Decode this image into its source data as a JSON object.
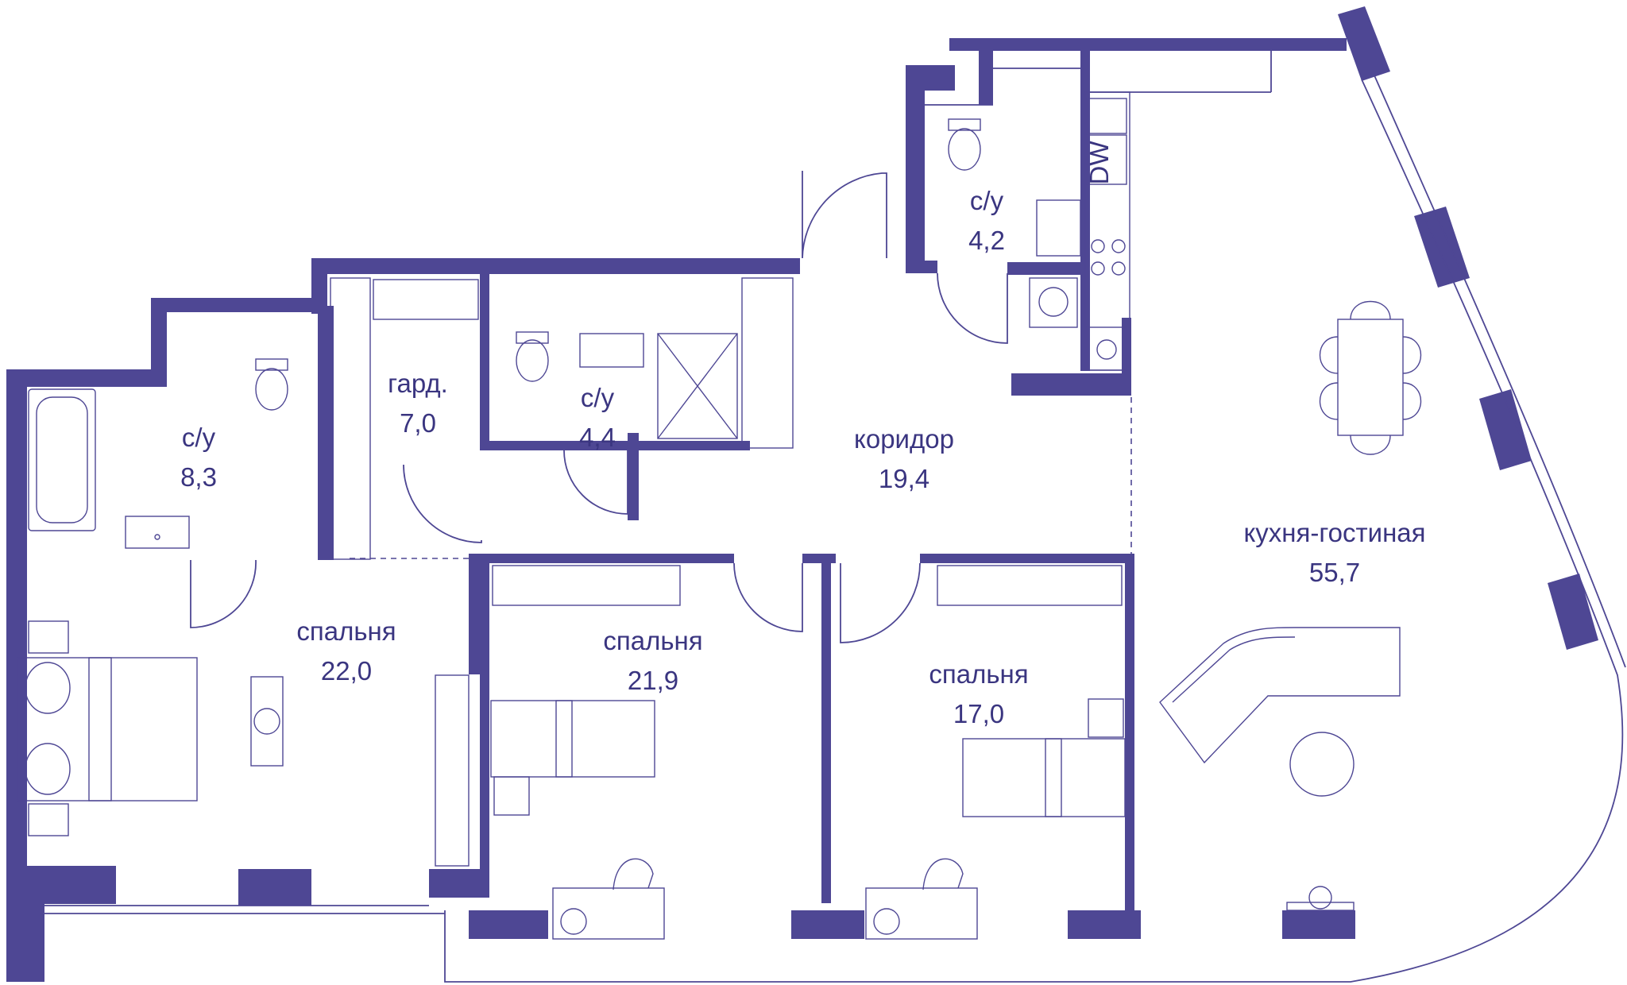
{
  "colors": {
    "wall": "#4e4794",
    "label": "#3a3580",
    "background": "#ffffff"
  },
  "rooms": [
    {
      "id": "bath-8",
      "name": "с/у",
      "area": "8,3"
    },
    {
      "id": "wardrobe",
      "name": "гард.",
      "area": "7,0"
    },
    {
      "id": "bath-4-4",
      "name": "с/у",
      "area": "4,4"
    },
    {
      "id": "bath-4-2",
      "name": "с/у",
      "area": "4,2"
    },
    {
      "id": "corridor",
      "name": "коридор",
      "area": "19,4"
    },
    {
      "id": "living",
      "name": "кухня-гостиная",
      "area": "55,7"
    },
    {
      "id": "bedroom-22",
      "name": "спальня",
      "area": "22,0"
    },
    {
      "id": "bedroom-21",
      "name": "спальня",
      "area": "21,9"
    },
    {
      "id": "bedroom-17",
      "name": "спальня",
      "area": "17,0"
    }
  ],
  "appliances": {
    "dishwasher": "DW"
  },
  "icons": [
    "door-swing-icon",
    "bathtub-icon",
    "toilet-icon",
    "sink-icon",
    "shower-icon",
    "bed-icon",
    "desk-icon",
    "chair-icon",
    "sofa-icon",
    "dining-table-icon",
    "stove-icon",
    "washing-machine-icon",
    "fridge-icon",
    "tv-icon",
    "nightstand-icon"
  ]
}
